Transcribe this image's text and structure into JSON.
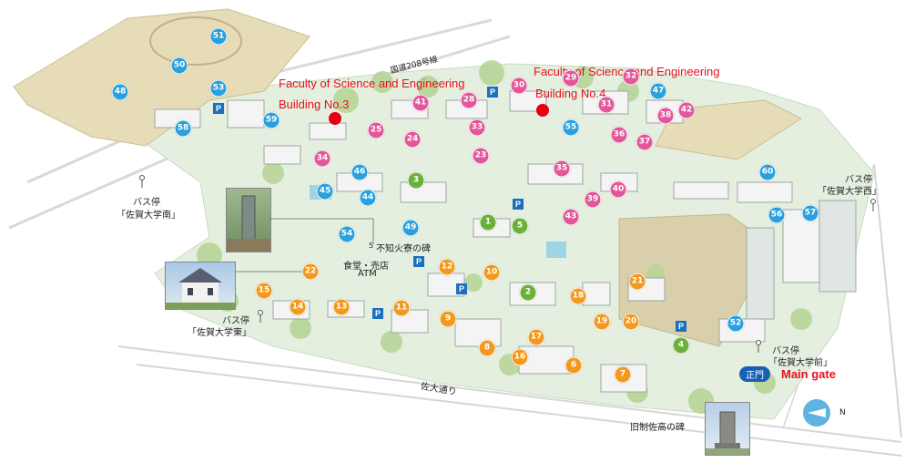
{
  "labels": {
    "route208": "国道208号線",
    "saidai_dori": "佐大通り",
    "fac3_line1": "Faculty of Science and Engineering",
    "fac3_line2": "Building No.3",
    "fac4_line1": "Faculty of Science and Engineering",
    "fac4_line2": "Building No.4",
    "main_gate": "Main gate",
    "main_gate_badge": "正門",
    "bus_stop_south_1": "バス停",
    "bus_stop_south_2": "「佐賀大学南」",
    "bus_stop_east_1": "バス停",
    "bus_stop_east_2": "「佐賀大学東」",
    "bus_stop_front_1": "バス停",
    "bus_stop_front_2": "「佐賀大学前」",
    "bus_stop_west_1": "バス停",
    "bus_stop_west_2": "「佐賀大学西」",
    "shiranui_monument": "不知火寮の碑",
    "shiranui_number": "5",
    "cafeteria_1": "食堂・売店",
    "cafeteria_2": "ATM",
    "old_school_monument": "旧制佐高の碑",
    "north": "N",
    "parking": "P"
  },
  "colors": {
    "blue": "#2aa0dc",
    "pink": "#e4569a",
    "green": "#6ab03a",
    "orange": "#f39a1e",
    "red": "#e60012",
    "parking": "#1a6fc2",
    "campus": "#e4efe0",
    "field": "#e6dcb8"
  },
  "markers": [
    {
      "n": "51",
      "c": "blue"
    },
    {
      "n": "50",
      "c": "blue"
    },
    {
      "n": "48",
      "c": "blue"
    },
    {
      "n": "53",
      "c": "blue"
    },
    {
      "n": "58",
      "c": "blue"
    },
    {
      "n": "59",
      "c": "blue"
    },
    {
      "n": "46",
      "c": "blue"
    },
    {
      "n": "45",
      "c": "blue"
    },
    {
      "n": "44",
      "c": "blue"
    },
    {
      "n": "49",
      "c": "blue"
    },
    {
      "n": "54",
      "c": "blue"
    },
    {
      "n": "47",
      "c": "blue"
    },
    {
      "n": "55",
      "c": "blue"
    },
    {
      "n": "60",
      "c": "blue"
    },
    {
      "n": "56",
      "c": "blue"
    },
    {
      "n": "57",
      "c": "blue"
    },
    {
      "n": "52",
      "c": "blue"
    },
    {
      "n": "41",
      "c": "pink"
    },
    {
      "n": "28",
      "c": "pink"
    },
    {
      "n": "30",
      "c": "pink"
    },
    {
      "n": "29",
      "c": "pink"
    },
    {
      "n": "32",
      "c": "pink"
    },
    {
      "n": "31",
      "c": "pink"
    },
    {
      "n": "42",
      "c": "pink"
    },
    {
      "n": "38",
      "c": "pink"
    },
    {
      "n": "25",
      "c": "pink"
    },
    {
      "n": "33",
      "c": "pink"
    },
    {
      "n": "24",
      "c": "pink"
    },
    {
      "n": "23",
      "c": "pink"
    },
    {
      "n": "36",
      "c": "pink"
    },
    {
      "n": "37",
      "c": "pink"
    },
    {
      "n": "34",
      "c": "pink"
    },
    {
      "n": "35",
      "c": "pink"
    },
    {
      "n": "39",
      "c": "pink"
    },
    {
      "n": "40",
      "c": "pink"
    },
    {
      "n": "43",
      "c": "pink"
    },
    {
      "n": "3",
      "c": "green"
    },
    {
      "n": "1",
      "c": "green"
    },
    {
      "n": "5",
      "c": "green"
    },
    {
      "n": "2",
      "c": "green"
    },
    {
      "n": "4",
      "c": "green"
    },
    {
      "n": "12",
      "c": "orange"
    },
    {
      "n": "10",
      "c": "orange"
    },
    {
      "n": "22",
      "c": "orange"
    },
    {
      "n": "21",
      "c": "orange"
    },
    {
      "n": "15",
      "c": "orange"
    },
    {
      "n": "18",
      "c": "orange"
    },
    {
      "n": "14",
      "c": "orange"
    },
    {
      "n": "13",
      "c": "orange"
    },
    {
      "n": "11",
      "c": "orange"
    },
    {
      "n": "9",
      "c": "orange"
    },
    {
      "n": "19",
      "c": "orange"
    },
    {
      "n": "20",
      "c": "orange"
    },
    {
      "n": "17",
      "c": "orange"
    },
    {
      "n": "8",
      "c": "orange"
    },
    {
      "n": "16",
      "c": "orange"
    },
    {
      "n": "6",
      "c": "orange"
    },
    {
      "n": "7",
      "c": "orange"
    }
  ]
}
